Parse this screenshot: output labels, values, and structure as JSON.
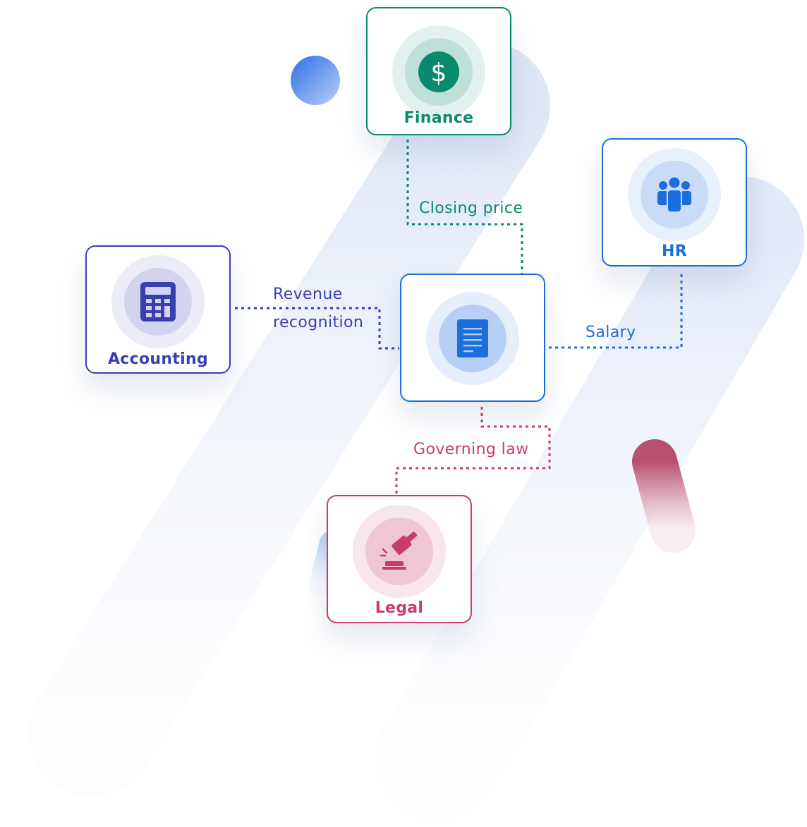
{
  "colors": {
    "finance": "#0a8a6c",
    "hr": "#1a6fdc",
    "accounting": "#3a3fb0",
    "legal": "#c83c6c",
    "center": "#1a6fdc"
  },
  "nodes": {
    "finance": {
      "label": "Finance",
      "icon": "dollar-icon"
    },
    "hr": {
      "label": "HR",
      "icon": "people-icon"
    },
    "accounting": {
      "label": "Accounting",
      "icon": "calculator-icon"
    },
    "legal": {
      "label": "Legal",
      "icon": "gavel-icon"
    },
    "center": {
      "label": "",
      "icon": "document-icon"
    }
  },
  "edges": {
    "finance": {
      "label": "Closing price"
    },
    "accounting": {
      "label_line1": "Revenue",
      "label_line2": "recognition"
    },
    "hr": {
      "label": "Salary"
    },
    "legal": {
      "label": "Governing law"
    }
  }
}
